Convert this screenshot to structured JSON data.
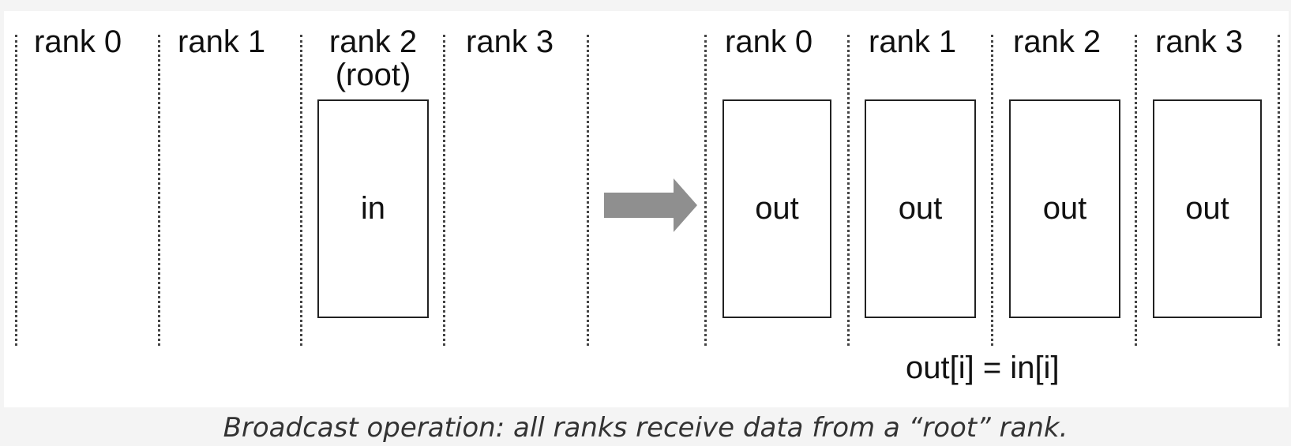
{
  "left": {
    "ranks": [
      "rank 0",
      "rank 1",
      "rank 2",
      "rank 3"
    ],
    "root_note": "(root)",
    "in_buffer": "in"
  },
  "right": {
    "ranks": [
      "rank 0",
      "rank 1",
      "rank 2",
      "rank 3"
    ],
    "out_buffers": [
      "out",
      "out",
      "out",
      "out"
    ]
  },
  "arrow": {
    "icon": "right-arrow-icon",
    "color": "#8f8f8f"
  },
  "formula": "out[i] = in[i]",
  "caption": "Broadcast operation: all ranks receive data from a “root” rank."
}
